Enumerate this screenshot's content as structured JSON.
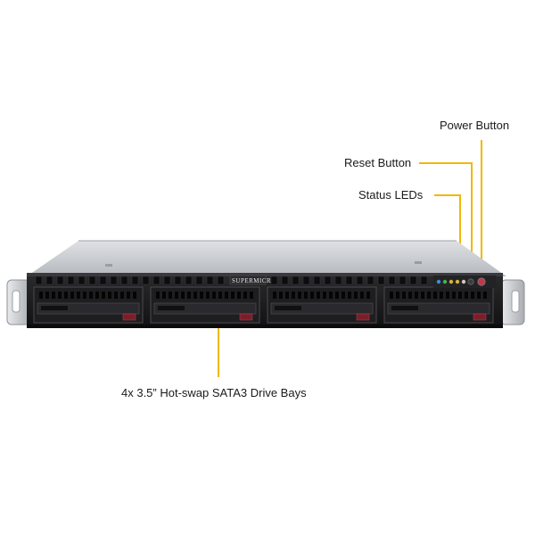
{
  "callouts": {
    "power_button": "Power Button",
    "reset_button": "Reset Button",
    "status_leds": "Status LEDs",
    "drive_bays": "4x 3.5” Hot-swap SATA3 Drive Bays"
  },
  "chassis": {
    "brand": "SUPERMICR",
    "bay_count": 4,
    "led_colors": [
      "#3a8fd6",
      "#49b04a",
      "#d6b43a",
      "#d6b43a",
      "#c9c9c9"
    ]
  },
  "colors": {
    "leader_line": "#f2b705",
    "front_panel": "#1b1b1d",
    "top_cover": "#c9ccd0"
  }
}
